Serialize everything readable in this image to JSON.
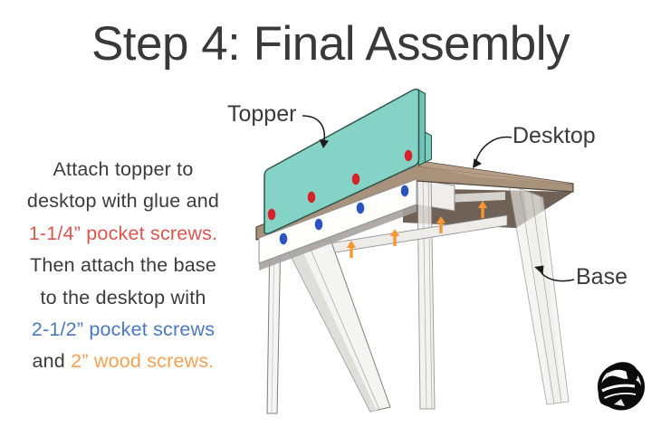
{
  "title": "Step 4: Final Assembly",
  "instructions": {
    "l1": "Attach topper to",
    "l2": "desktop with glue and",
    "l3": "1-1/4” pocket screws.",
    "l4": "Then attach the base",
    "l5": "to the desktop with",
    "l6": "2-1/2” pocket screws",
    "l7a": "and",
    "l7b": "2” wood screws."
  },
  "diagram": {
    "labels": {
      "topper": "Topper",
      "desktop": "Desktop",
      "base": "Base"
    },
    "colors": {
      "topper_panel": "#85D3C7",
      "topper_outline": "#2F544C",
      "desktop_wood": "#A8927C",
      "desktop_outline": "#4E433A",
      "underside_shadow": "#6F6156",
      "leg_fill": "#F2F2F0",
      "pocket_screw_topper_dot": "#D6232A",
      "pocket_screw_base_dot": "#2A52C0",
      "wood_screw_arrow": "#F79633"
    }
  },
  "text_colors": {
    "body": "#3B3B3E",
    "red_screw_text": "#E0534E",
    "blue_screw_text": "#4B78C3",
    "orange_screw_text": "#F7A04F"
  }
}
